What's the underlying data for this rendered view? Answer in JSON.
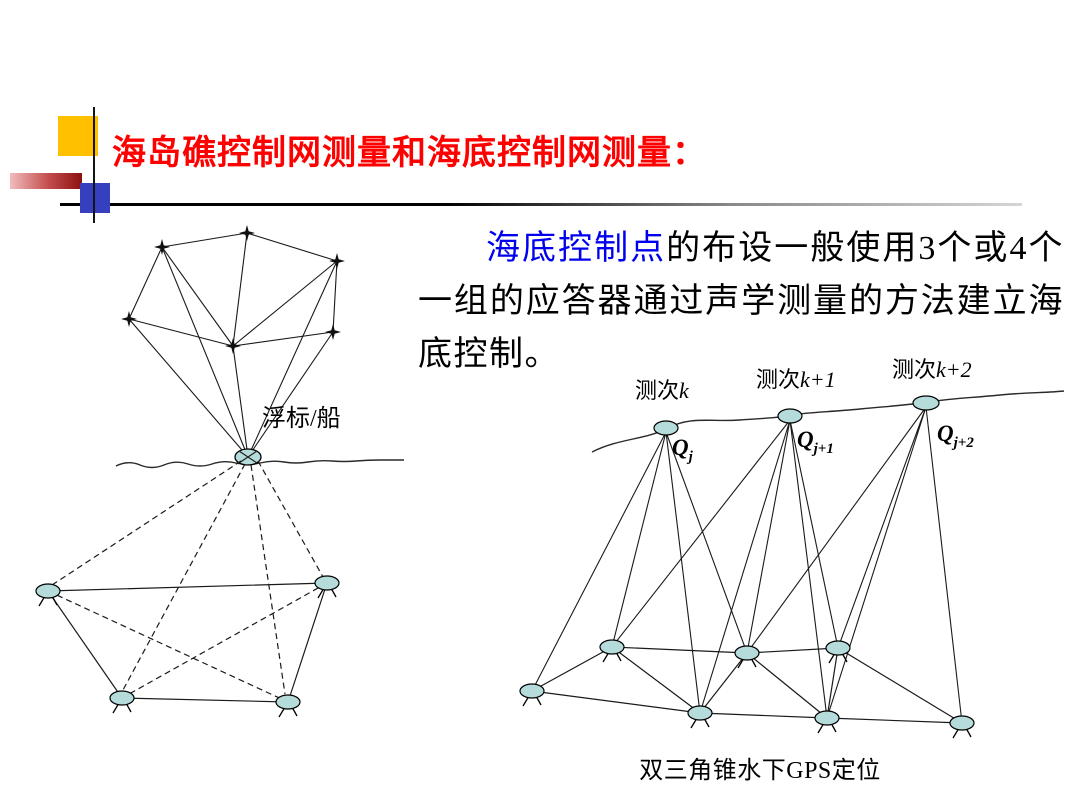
{
  "title": {
    "text": "海岛礁控制网测量和海底控制网测量：",
    "color": "#ff0000"
  },
  "paragraph": {
    "highlight": "海底控制点",
    "highlight_color": "#0000ee",
    "rest": "的布设一般使用3个或4个一组的应答器通过声学测量的方法建立海底控制。"
  },
  "left_diagram": {
    "buoy_label": "浮标/船"
  },
  "right_diagram": {
    "epochs": [
      {
        "prefix": "测次",
        "variable": "k",
        "q": "Q",
        "sub": "j"
      },
      {
        "prefix": "测次",
        "variable": "k+1",
        "q": "Q",
        "sub": "j+1"
      },
      {
        "prefix": "测次",
        "variable": "k+2",
        "q": "Q",
        "sub": "j+2"
      }
    ],
    "caption": "双三角锥水下GPS定位"
  },
  "icons": {
    "star": "four-point-star (satellite/control point)",
    "transponder": "ellipse-with-legs (seabed transponder)",
    "buoy": "ellipse-with-cross (surface buoy/ship)"
  },
  "colors": {
    "accent_yellow": "#ffc000",
    "accent_blue": "#3640bf",
    "accent_red_gradient": [
      "#f0bcbc",
      "#8c1111"
    ],
    "transponder_fill": "#b5dcda",
    "title_red": "#ff0000",
    "highlight_blue": "#0000ee"
  }
}
